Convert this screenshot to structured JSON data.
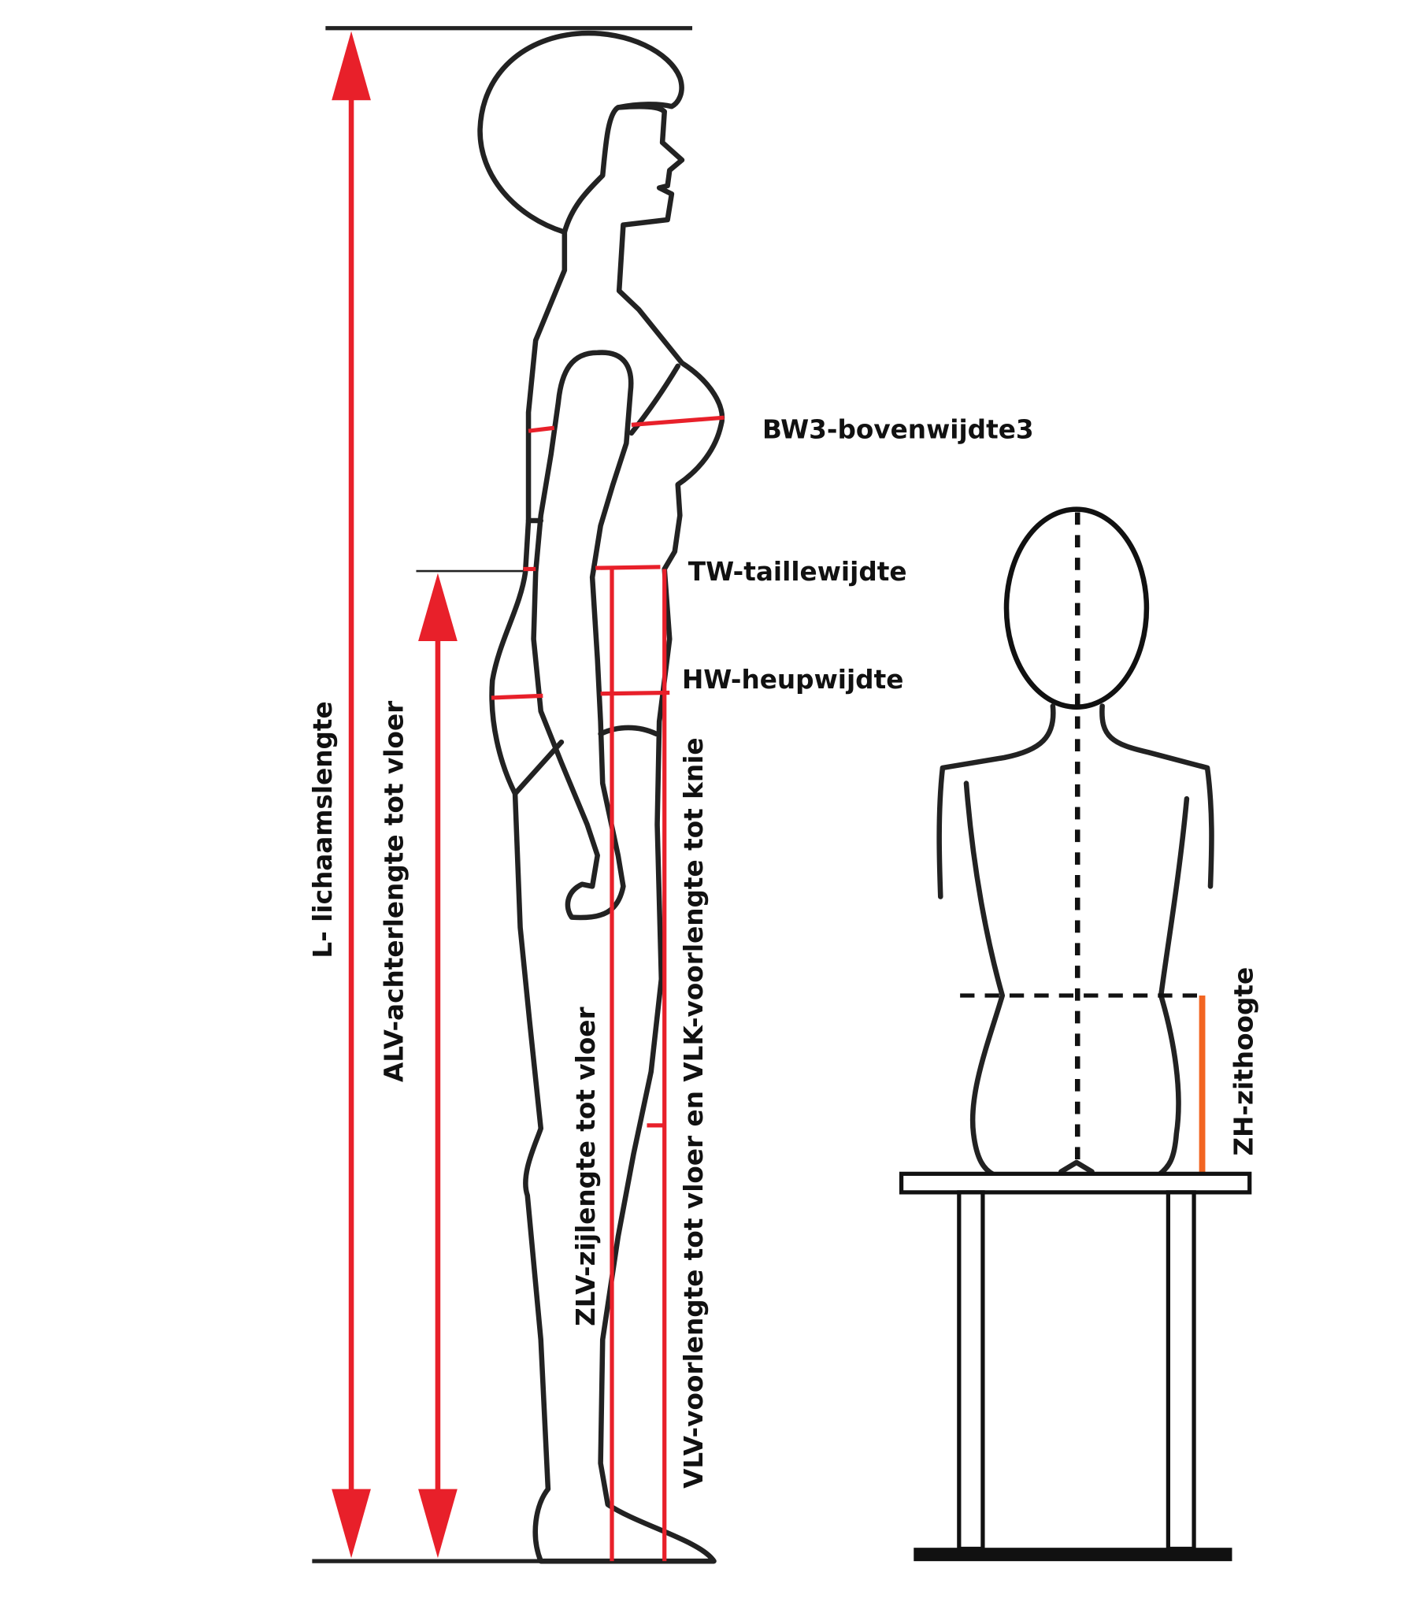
{
  "labels": {
    "body_length": "L- lichaamslengte",
    "back_length": "ALV-achterlengte tot vloer",
    "side_length": "ZLV-zijlengte tot vloer",
    "front_length": "VLV-voorlengte tot vloer en VLK-voorlengte tot knie",
    "bust_width": "BW3-bovenwijdte3",
    "waist_width": "TW-taillewijdte",
    "hip_width": "HW-heupwijdte",
    "seat_height": "ZH-zithoogte"
  },
  "colors": {
    "measure": "#e8202a",
    "seat_height": "#f26522",
    "outline": "#222222"
  }
}
